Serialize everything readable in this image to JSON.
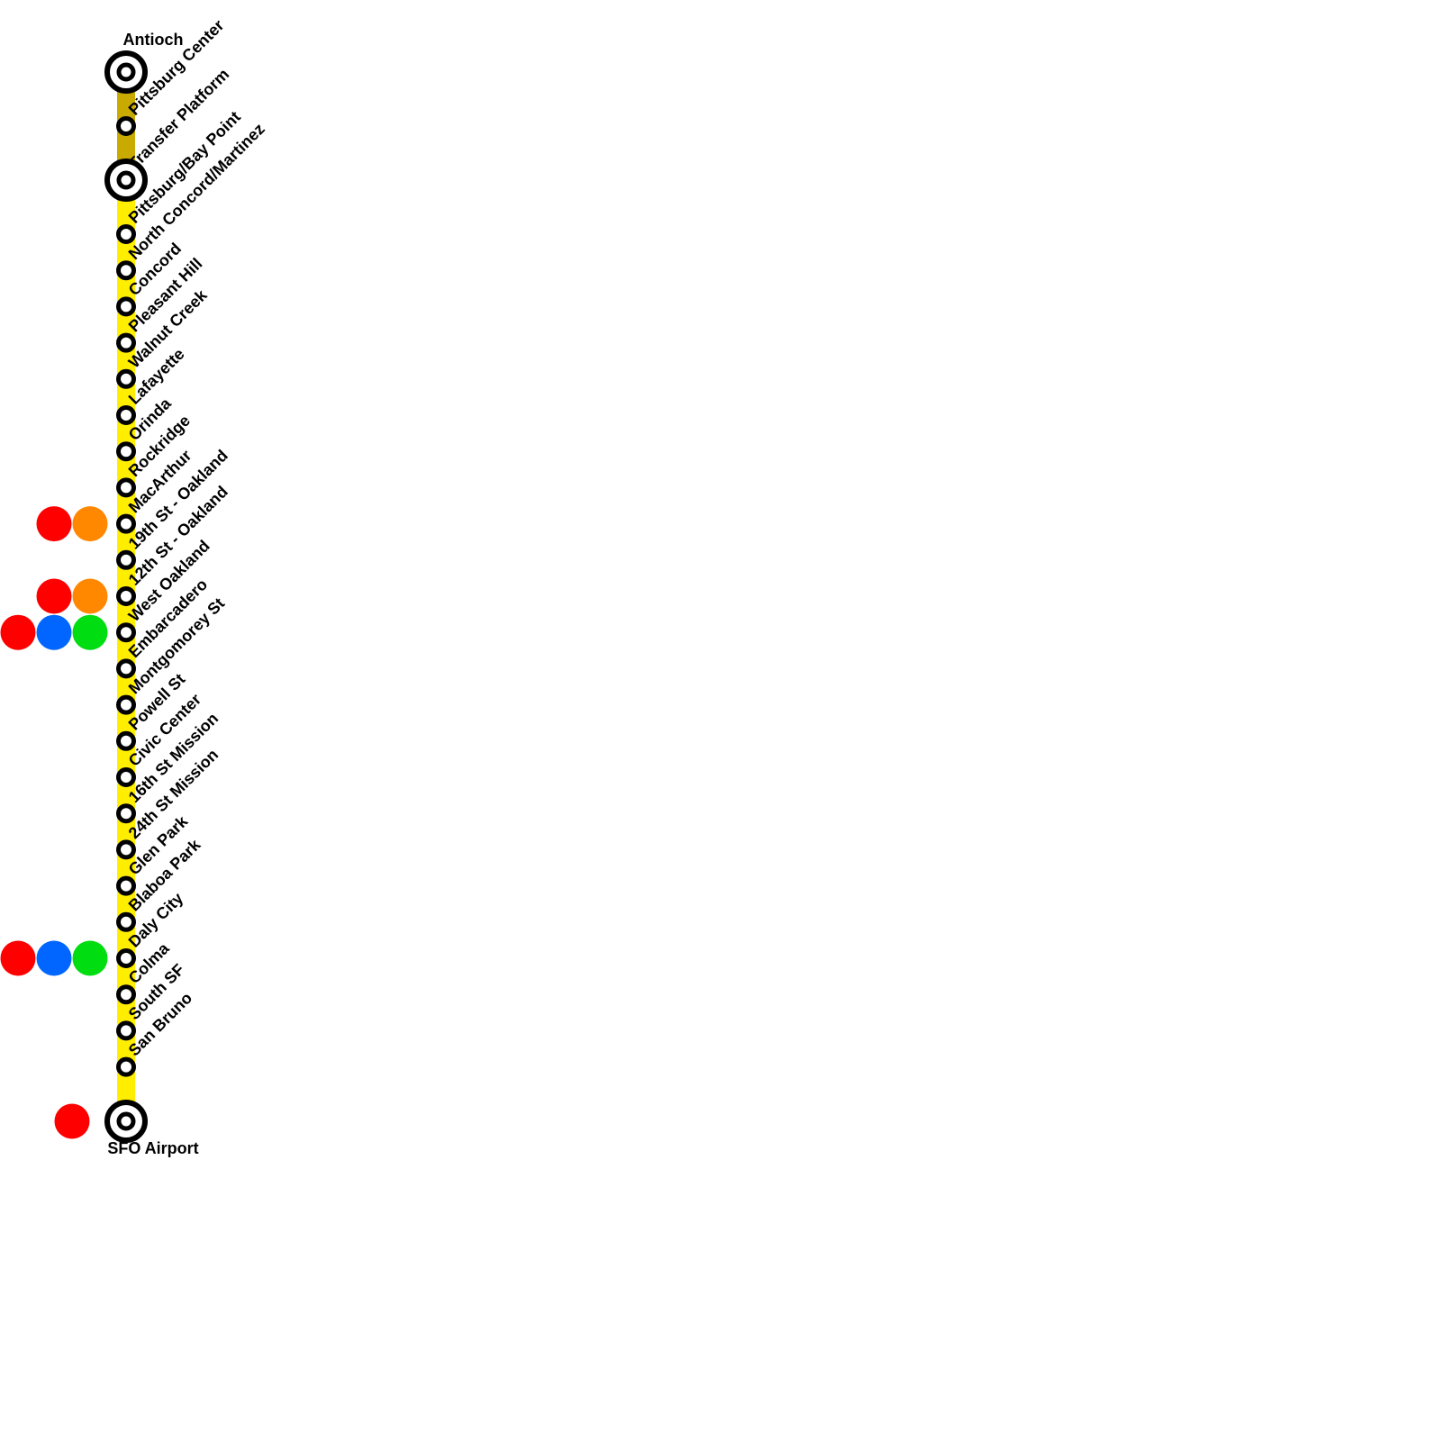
{
  "colors": {
    "background": "#ffffff",
    "line_main": "#ffee00",
    "line_extension": "#c8aa00",
    "stop_ring": "#000000",
    "stop_fill": "#ffffff",
    "transfer_red": "#ff0000",
    "transfer_orange": "#ff8800",
    "transfer_blue": "#0066ff",
    "transfer_green": "#00dd11"
  },
  "terminals": {
    "north": "Antioch",
    "south": "SFO Airport"
  },
  "stations": [
    {
      "name": "Antioch",
      "type": "terminal",
      "segment": "extension",
      "transfers": []
    },
    {
      "name": "Pittsburg Center",
      "type": "stop",
      "segment": "extension",
      "transfers": []
    },
    {
      "name": "Transfer Platform",
      "type": "terminal",
      "segment": "extension",
      "transfers": []
    },
    {
      "name": "Pittsburg/Bay Point",
      "type": "stop",
      "segment": "main",
      "transfers": []
    },
    {
      "name": "North Concord/Martinez",
      "type": "stop",
      "segment": "main",
      "transfers": []
    },
    {
      "name": "Concord",
      "type": "stop",
      "segment": "main",
      "transfers": []
    },
    {
      "name": "Pleasant Hill",
      "type": "stop",
      "segment": "main",
      "transfers": []
    },
    {
      "name": "Walnut Creek",
      "type": "stop",
      "segment": "main",
      "transfers": []
    },
    {
      "name": "Lafayette",
      "type": "stop",
      "segment": "main",
      "transfers": []
    },
    {
      "name": "Orinda",
      "type": "stop",
      "segment": "main",
      "transfers": []
    },
    {
      "name": "Rockridge",
      "type": "stop",
      "segment": "main",
      "transfers": []
    },
    {
      "name": "MacArthur",
      "type": "stop",
      "segment": "main",
      "transfers": [
        "red",
        "orange"
      ]
    },
    {
      "name": "19th St - Oakland",
      "type": "stop",
      "segment": "main",
      "transfers": []
    },
    {
      "name": "12th St - Oakland",
      "type": "stop",
      "segment": "main",
      "transfers": [
        "red",
        "orange"
      ]
    },
    {
      "name": "West Oakland",
      "type": "stop",
      "segment": "main",
      "transfers": [
        "red",
        "blue",
        "green"
      ]
    },
    {
      "name": "Embarcadero",
      "type": "stop",
      "segment": "main",
      "transfers": []
    },
    {
      "name": "Montgomorey St",
      "type": "stop",
      "segment": "main",
      "transfers": []
    },
    {
      "name": "Powell St",
      "type": "stop",
      "segment": "main",
      "transfers": []
    },
    {
      "name": "Civic Center",
      "type": "stop",
      "segment": "main",
      "transfers": []
    },
    {
      "name": "16th St Mission",
      "type": "stop",
      "segment": "main",
      "transfers": []
    },
    {
      "name": "24th St Mission",
      "type": "stop",
      "segment": "main",
      "transfers": []
    },
    {
      "name": "Glen Park",
      "type": "stop",
      "segment": "main",
      "transfers": []
    },
    {
      "name": "Blaboa Park",
      "type": "stop",
      "segment": "main",
      "transfers": []
    },
    {
      "name": "Daly City",
      "type": "stop",
      "segment": "main",
      "transfers": [
        "red",
        "blue",
        "green"
      ]
    },
    {
      "name": "Colma",
      "type": "stop",
      "segment": "main",
      "transfers": []
    },
    {
      "name": "South SF",
      "type": "stop",
      "segment": "main",
      "transfers": []
    },
    {
      "name": "San Bruno",
      "type": "stop",
      "segment": "main",
      "transfers": []
    },
    {
      "name": "SFO Airport",
      "type": "terminal",
      "segment": "main",
      "transfers": [
        "red"
      ]
    }
  ]
}
